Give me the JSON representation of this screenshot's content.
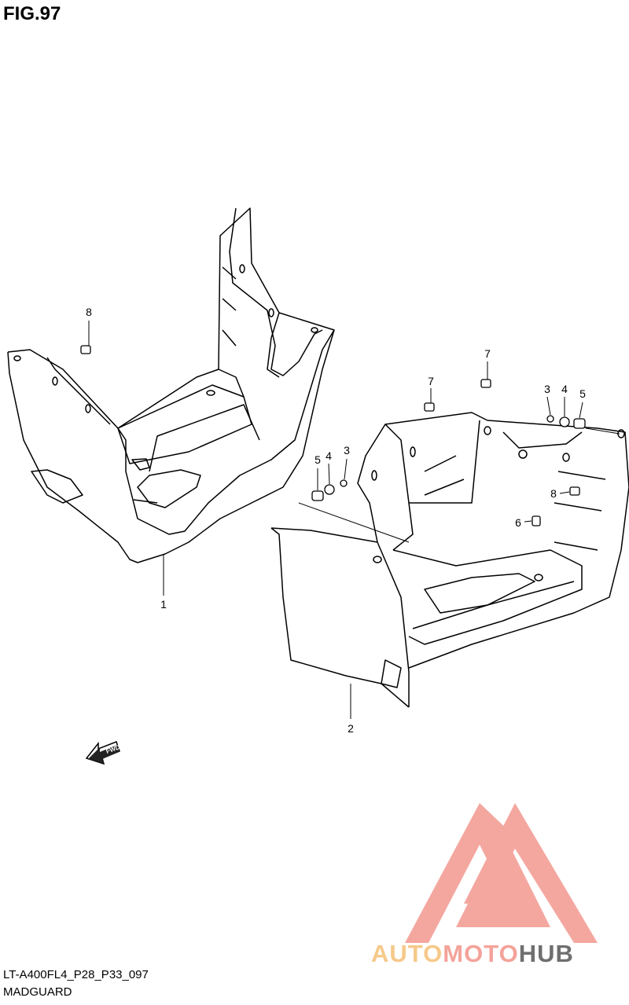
{
  "figure": {
    "title": "FIG.97"
  },
  "callouts": {
    "part1": "1",
    "part2": "2",
    "left8": "8",
    "r7a": "7",
    "r7b": "7",
    "r3a": "3",
    "r4a": "4",
    "r5a": "5",
    "l5": "5",
    "l4": "4",
    "l3": "3",
    "r8": "8",
    "r6": "6"
  },
  "fwd_label": "FWD",
  "footer": {
    "code": "LT-A400FL4_P28_P33_097",
    "name": "MADGUARD"
  },
  "watermark": {
    "part_a": "AUTO",
    "part_b": "MOTO",
    "part_c": "HUB",
    "colors": {
      "auto": "#f6c98a",
      "moto": "#f4a39a",
      "hub": "#6f6f6f",
      "logo": "#f4a39a"
    }
  }
}
